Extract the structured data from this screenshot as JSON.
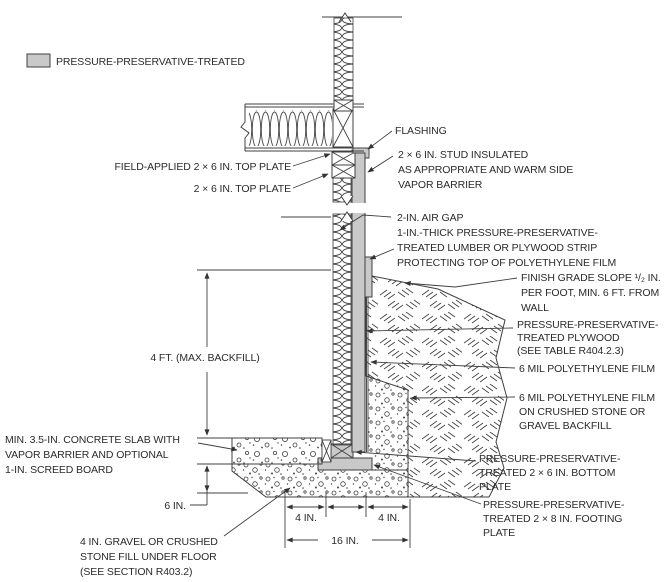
{
  "legend": {
    "label": "PRESSURE-PRESERVATIVE-TREATED"
  },
  "labels": {
    "field_applied_top_plate": "FIELD-APPLIED 2 × 6 IN. TOP PLATE",
    "top_plate": "2 × 6 IN. TOP PLATE",
    "flashing": "FLASHING",
    "stud": [
      "2 × 6 IN. STUD INSULATED",
      "AS APPROPRIATE AND WARM SIDE",
      "VAPOR BARRIER"
    ],
    "air_gap": "2-IN. AIR GAP",
    "strip": [
      "1-IN.-THICK PRESSURE-PRESERVATIVE-",
      "TREATED LUMBER OR PLYWOOD STRIP",
      "PROTECTING TOP OF POLYETHYLENE FILM"
    ],
    "finish_grade": [
      "FINISH GRADE SLOPE ¹/₂ IN.",
      "PER FOOT, MIN. 6 FT. FROM",
      "WALL"
    ],
    "plywood": [
      "PRESSURE-PRESERVATIVE-",
      "TREATED PLYWOOD",
      "(SEE TABLE R404.2.3)"
    ],
    "poly_film": "6 MIL POLYETHYLENE FILM",
    "poly_film_gravel": [
      "6 MIL POLYETHYLENE FILM",
      "ON CRUSHED STONE OR",
      "GRAVEL BACKFILL"
    ],
    "bottom_plate": [
      "PRESSURE-PRESERVATIVE-",
      "TREATED 2 × 6 IN. BOTTOM",
      "PLATE"
    ],
    "footing_plate": [
      "PRESSURE-PRESERVATIVE-",
      "TREATED 2 × 8 IN. FOOTING",
      "PLATE"
    ],
    "slab": [
      "MIN. 3.5-IN. CONCRETE SLAB WITH",
      "VAPOR BARRIER AND OPTIONAL",
      "1-IN. SCREED BOARD"
    ],
    "gravel_fill": [
      "4 IN. GRAVEL OR CRUSHED",
      "STONE FILL UNDER FLOOR",
      "(SEE SECTION R403.2)"
    ]
  },
  "dimensions": {
    "backfill": "4 FT. (MAX. BACKFILL)",
    "six_in": "6 IN.",
    "four_in_left": "4 IN.",
    "four_in_right": "4 IN.",
    "sixteen_in": "16 IN."
  },
  "colors": {
    "treated_fill": "#c9c9c9",
    "line_color": "#404040",
    "background": "#ffffff"
  }
}
